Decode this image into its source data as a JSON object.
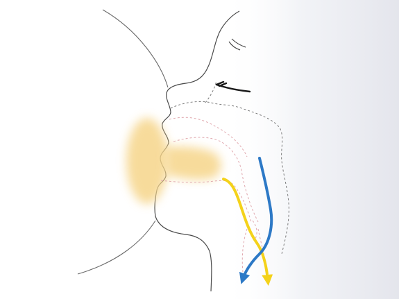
{
  "figure": {
    "subject": "breastfeeding-airflow-cross-section",
    "colors": {
      "background": "#ffffff",
      "right_shade": "#e7e8ef",
      "breast_outline": "#6a6a6a",
      "face_outline": "#4a4a4a",
      "nipple_halo": "#f6d58a",
      "milk_path_arrow": "#f4d21a",
      "air_path_arrow": "#2d79c6",
      "internal_dashed": "#e0a7ad",
      "airway_dashed": "#7a7a7a",
      "eyelash": "#1a1a1a"
    },
    "arrows": [
      {
        "name": "milk-swallow-path",
        "color_key": "milk_path_arrow",
        "direction": "down"
      },
      {
        "name": "breathing-air-path",
        "color_key": "air_path_arrow",
        "direction": "down"
      }
    ]
  }
}
